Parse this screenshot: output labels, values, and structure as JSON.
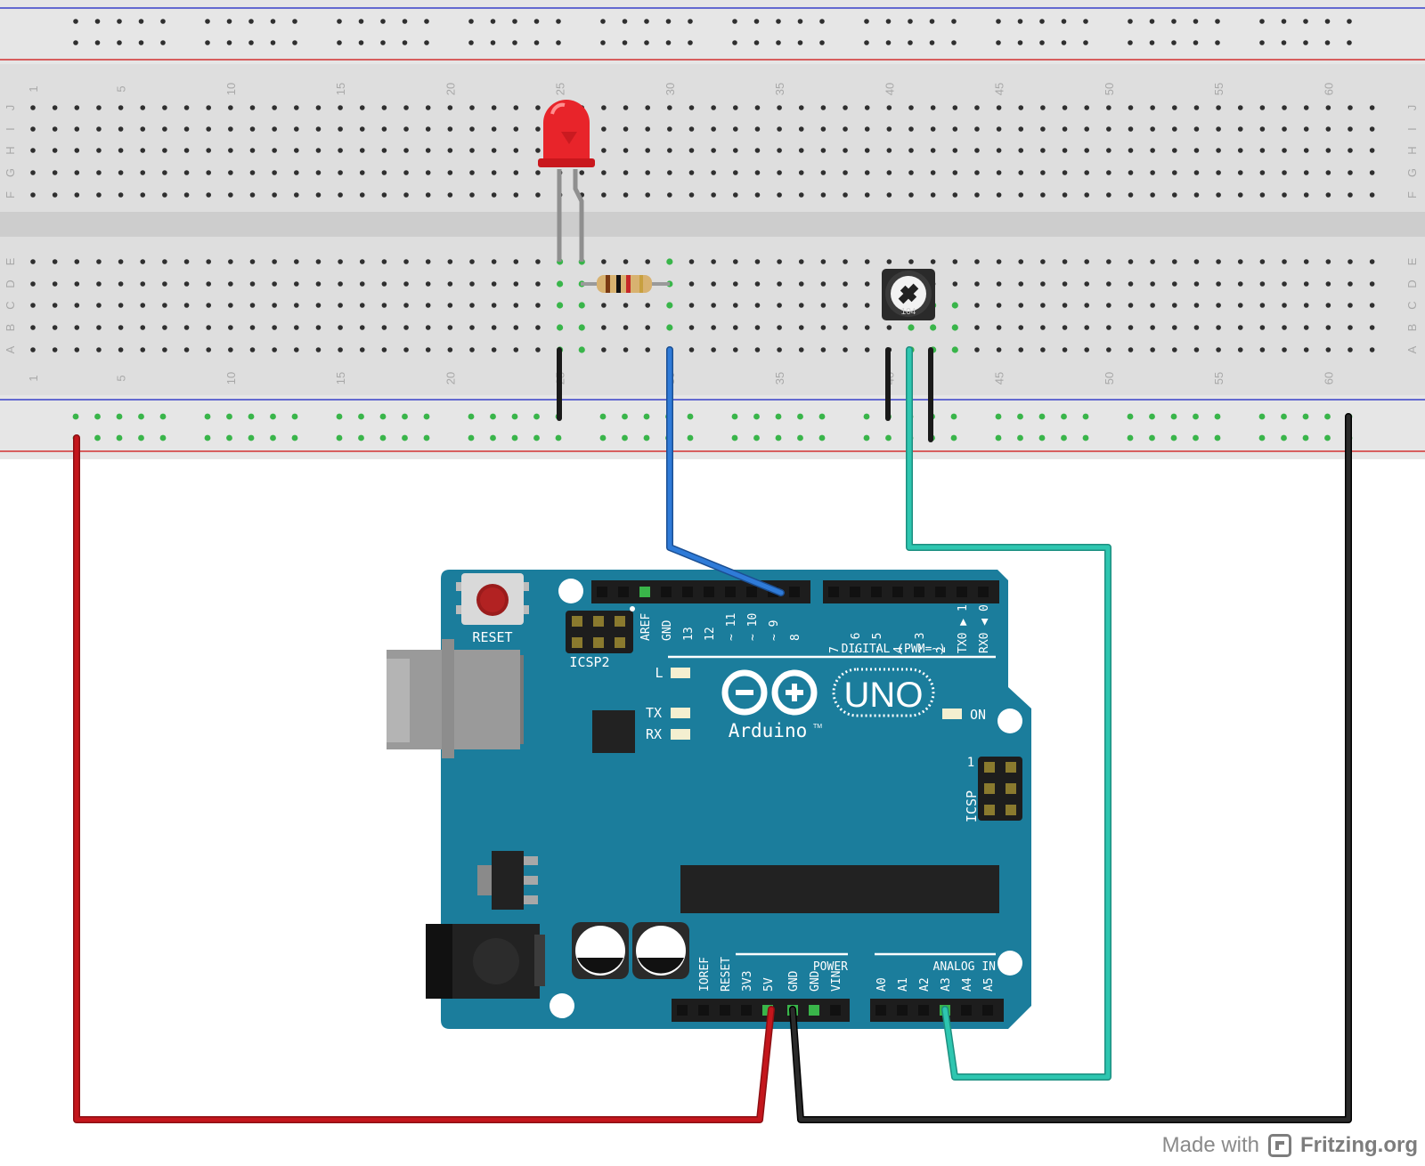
{
  "breadboard": {
    "column_numbers": [
      "1",
      "5",
      "10",
      "15",
      "20",
      "25",
      "30",
      "35",
      "40",
      "45",
      "50",
      "55",
      "60"
    ],
    "rows_top": [
      "J",
      "I",
      "H",
      "G",
      "F"
    ],
    "rows_bottom": [
      "E",
      "D",
      "C",
      "B",
      "A"
    ]
  },
  "arduino": {
    "reset_label": "RESET",
    "icsp2_label": "ICSP2",
    "icsp_label": "ICSP",
    "icsp_pin1": "1",
    "digital_label": "DIGITAL (PWM=~)",
    "digital_pins_left": [
      "AREF",
      "GND",
      "13",
      "12",
      "~ 11",
      "~ 10",
      "~ 9",
      "8"
    ],
    "digital_pins_right": [
      "7",
      "~ 6",
      "~ 5",
      "4",
      "~ 3",
      "2",
      "TX0 ▶ 1",
      "RX0 ◀ 0"
    ],
    "led_l": "L",
    "led_tx": "TX",
    "led_rx": "RX",
    "led_on": "ON",
    "brand": "Arduino",
    "tm": "TM",
    "model": "UNO",
    "power_label": "POWER",
    "power_pins": [
      "IOREF",
      "RESET",
      "3V3",
      "5V",
      "GND",
      "GND",
      "VIN"
    ],
    "analog_label": "ANALOG IN",
    "analog_pins": [
      "A0",
      "A1",
      "A2",
      "A3",
      "A4",
      "A5"
    ]
  },
  "potentiometer": {
    "marking": "104"
  },
  "credit": {
    "made_with": "Made with",
    "brand": "Fritzing.org"
  },
  "colors": {
    "wire_red": "#c4161c",
    "wire_black": "#1e1e1e",
    "wire_blue": "#2f7bd8",
    "wire_teal": "#2ec6b0",
    "board_teal": "#1b7d9c",
    "led_red": "#e8242a",
    "breadboard": "#e6e6e6"
  }
}
